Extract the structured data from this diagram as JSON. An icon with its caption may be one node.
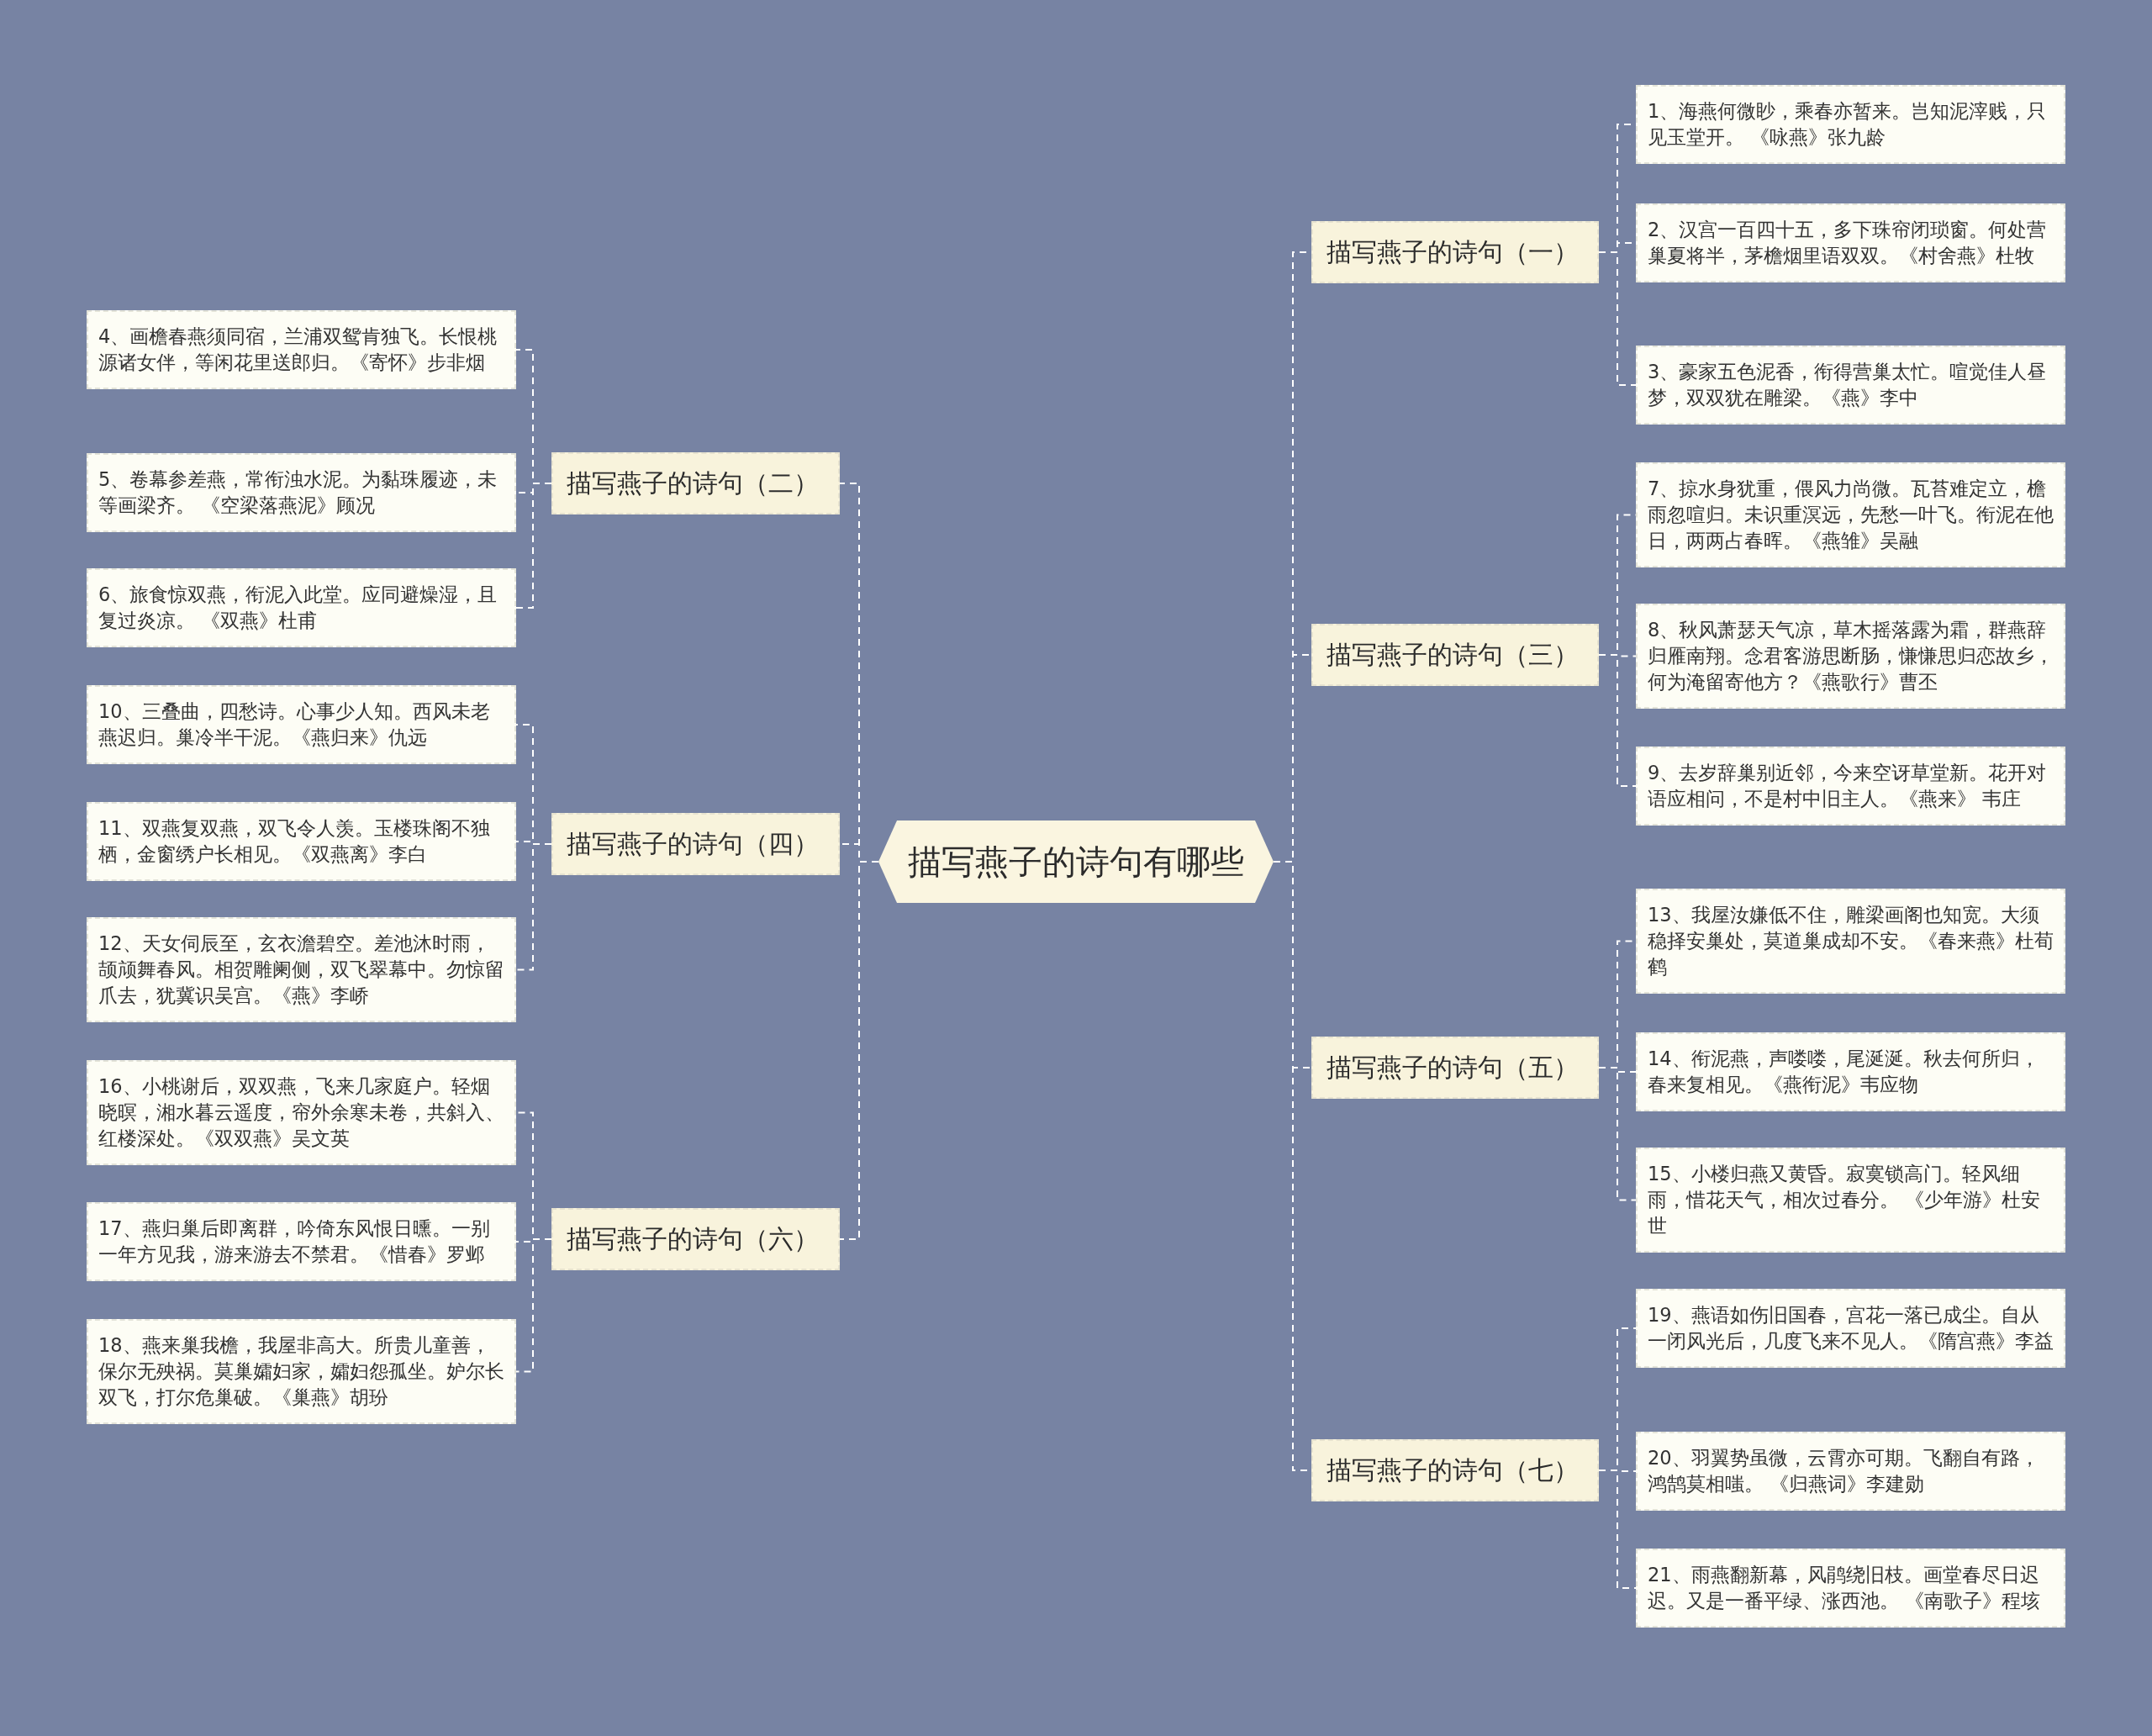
{
  "diagram": {
    "nodes": [
      {
        "text": [
          "描写燕子的诗句有哪些"
        ]
      },
      {
        "text": [
          "描写燕子的诗句（一）"
        ]
      },
      {
        "text": [
          "1、海燕何微眇，乘春亦暂来。岂知泥滓贱，只见玉堂开。 《咏燕》张九龄"
        ]
      },
      {
        "text": [
          "2、汉宫一百四十五，多下珠帘闭琐窗。何处营巢夏将半，茅檐烟里语双双。《村舍燕》杜牧"
        ]
      },
      {
        "text": [
          "3、豪家五色泥香，衔得营巢太忙。喧觉佳人昼梦，双双犹在雕梁。《燕》李中"
        ]
      },
      {
        "text": [
          "描写燕子的诗句（二）"
        ]
      },
      {
        "text": [
          "4、画檐春燕须同宿，兰浦双鸳肯独飞。长恨桃源诸女伴，等闲花里送郎归。《寄怀》步非烟"
        ]
      },
      {
        "text": [
          "5、卷幕参差燕，常衔浊水泥。为黏珠履迹，未等画梁齐。 《空梁落燕泥》顾况"
        ]
      },
      {
        "text": [
          "6、旅食惊双燕，衔泥入此堂。应同避燥湿，且复过炎凉。 《双燕》杜甫"
        ]
      },
      {
        "text": [
          "描写燕子的诗句（三）"
        ]
      },
      {
        "text": [
          "7、掠水身犹重，偎风力尚微。瓦苔难定立，檐雨忽喧归。未识重溟远，先愁一叶飞。衔泥在他日，两两占春晖。《燕雏》吴融"
        ]
      },
      {
        "text": [
          "8、秋风萧瑟天气凉，草木摇落露为霜，群燕辞归雁南翔。念君客游思断肠，慊慊思归恋故乡，何为淹留寄他方？《燕歌行》曹丕"
        ]
      },
      {
        "text": [
          "9、去岁辞巢别近邻，今来空讶草堂新。花开对语应相问，不是村中旧主人。《燕来》 韦庄"
        ]
      },
      {
        "text": [
          "描写燕子的诗句（四）"
        ]
      },
      {
        "text": [
          "10、三叠曲，四愁诗。心事少人知。西风未老燕迟归。巢冷半干泥。《燕归来》仇远"
        ]
      },
      {
        "text": [
          "11、双燕复双燕，双飞令人羡。玉楼珠阁不独栖，金窗绣户长相见。《双燕离》李白"
        ]
      },
      {
        "text": [
          "12、天女伺辰至，玄衣澹碧空。差池沐时雨，颉颃舞春风。相贺雕阑侧，双飞翠幕中。勿惊留爪去，犹冀识吴宫。《燕》李峤"
        ]
      },
      {
        "text": [
          "描写燕子的诗句（五）"
        ]
      },
      {
        "text": [
          "13、我屋汝嫌低不住，雕梁画阁也知宽。大须稳择安巢处，莫道巢成却不安。《春来燕》杜荀鹤"
        ]
      },
      {
        "text": [
          "14、衔泥燕，声喽喽，尾涎涎。秋去何所归，春来复相见。《燕衔泥》韦应物"
        ]
      },
      {
        "text": [
          "15、小楼归燕又黄昏。寂寞锁高门。轻风细雨，惜花天气，相次过春分。 《少年游》杜安世"
        ]
      },
      {
        "text": [
          "描写燕子的诗句（六）"
        ]
      },
      {
        "text": [
          "16、小桃谢后，双双燕，飞来几家庭户。轻烟晓暝，湘水暮云遥度，帘外余寒未卷，共斜入、红楼深处。《双双燕》吴文英"
        ]
      },
      {
        "text": [
          "17、燕归巢后即离群，吟倚东风恨日曛。一别一年方见我，游来游去不禁君。《惜春》罗邺"
        ]
      },
      {
        "text": [
          "18、燕来巢我檐，我屋非高大。所贵儿童善，保尔无殃祸。莫巢孀妇家，孀妇怨孤坐。妒尔长双飞，打尔危巢破。《巢燕》胡玢"
        ]
      },
      {
        "text": [
          "描写燕子的诗句（七）"
        ]
      },
      {
        "text": [
          "19、燕语如伤旧国春，宫花一落已成尘。自从一闭风光后，几度飞来不见人。《隋宫燕》李益"
        ]
      },
      {
        "text": [
          "20、羽翼势虽微，云霄亦可期。飞翻自有路，鸿鹄莫相嗤。 《归燕词》李建勋"
        ]
      },
      {
        "text": [
          "21、雨燕翻新幕，风鹃绕旧枝。画堂春尽日迟迟。又是一番平绿、涨西池。 《南歌子》程垓"
        ]
      }
    ],
    "edges": [
      {
        "from": 0,
        "to": 1,
        "arrow": "none"
      },
      {
        "from": 1,
        "to": 2,
        "arrow": "none"
      },
      {
        "from": 1,
        "to": 3,
        "arrow": "none"
      },
      {
        "from": 1,
        "to": 4,
        "arrow": "none"
      },
      {
        "from": 0,
        "to": 5,
        "arrow": "none"
      },
      {
        "from": 5,
        "to": 6,
        "arrow": "none"
      },
      {
        "from": 5,
        "to": 7,
        "arrow": "none"
      },
      {
        "from": 5,
        "to": 8,
        "arrow": "none"
      },
      {
        "from": 0,
        "to": 9,
        "arrow": "none"
      },
      {
        "from": 9,
        "to": 10,
        "arrow": "none"
      },
      {
        "from": 9,
        "to": 11,
        "arrow": "none"
      },
      {
        "from": 9,
        "to": 12,
        "arrow": "none"
      },
      {
        "from": 0,
        "to": 13,
        "arrow": "none"
      },
      {
        "from": 13,
        "to": 14,
        "arrow": "none"
      },
      {
        "from": 13,
        "to": 15,
        "arrow": "none"
      },
      {
        "from": 13,
        "to": 16,
        "arrow": "none"
      },
      {
        "from": 0,
        "to": 17,
        "arrow": "none"
      },
      {
        "from": 17,
        "to": 18,
        "arrow": "none"
      },
      {
        "from": 17,
        "to": 19,
        "arrow": "none"
      },
      {
        "from": 17,
        "to": 20,
        "arrow": "none"
      },
      {
        "from": 0,
        "to": 21,
        "arrow": "none"
      },
      {
        "from": 21,
        "to": 22,
        "arrow": "none"
      },
      {
        "from": 21,
        "to": 23,
        "arrow": "none"
      },
      {
        "from": 21,
        "to": 24,
        "arrow": "none"
      },
      {
        "from": 0,
        "to": 25,
        "arrow": "none"
      },
      {
        "from": 25,
        "to": 26,
        "arrow": "none"
      },
      {
        "from": 25,
        "to": 27,
        "arrow": "none"
      },
      {
        "from": 25,
        "to": 28,
        "arrow": "none"
      }
    ]
  }
}
